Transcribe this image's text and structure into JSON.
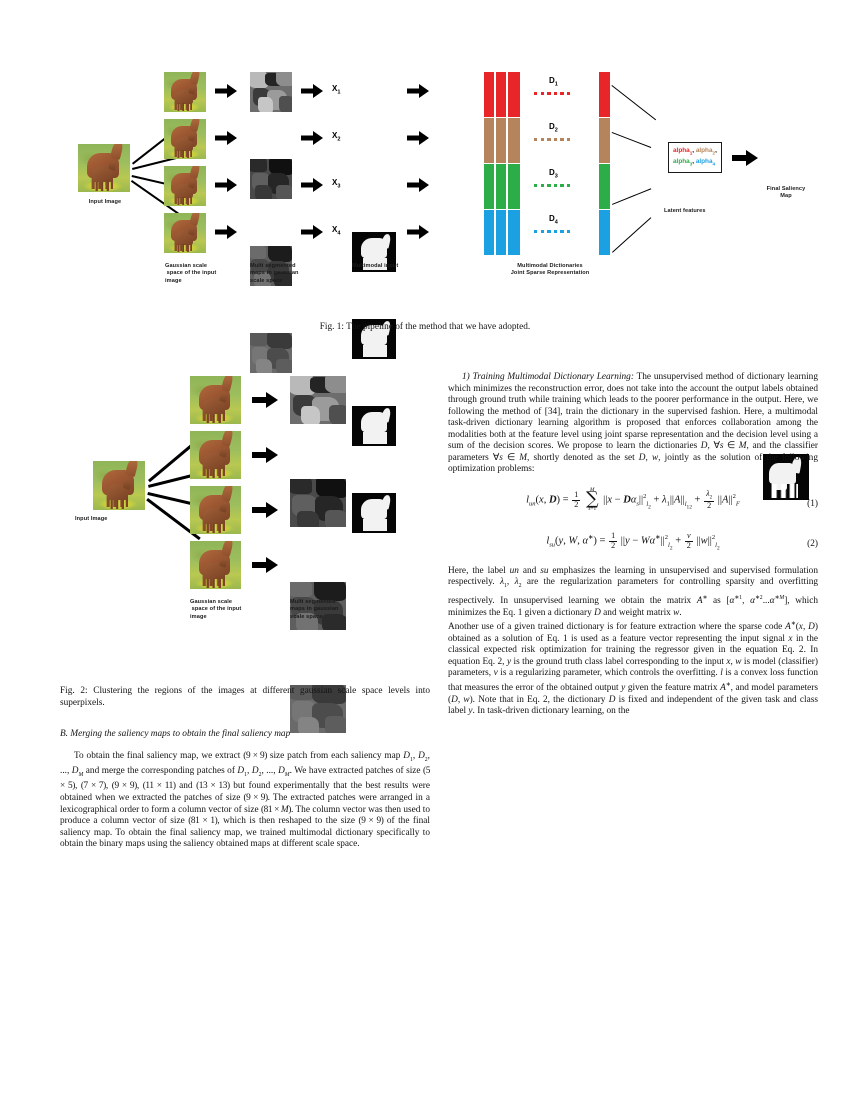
{
  "figure1": {
    "name": "pipeline-figure",
    "input_label": "Input Image",
    "labels": {
      "gaussian": "Gaussian scale\nspace of the input\nimage",
      "gaussian_l1": "Gaussian scale",
      "gaussian_l2": "space of the input",
      "gaussian_l3": "image",
      "segmented_l1": "Multi segmented",
      "segmented_l2": "maps in gaussian",
      "segmented_l3": "scale space",
      "multimodal": "Multimodal input",
      "dict_l1": "Multimodal Dictionaries",
      "dict_l2": "Joint Sparse Representation",
      "latent": "Latent features",
      "final_l1": "Final Saliency",
      "final_l2": "Map"
    },
    "x_labels": [
      "X",
      "X",
      "X",
      "X"
    ],
    "x_subs": [
      "1",
      "2",
      "3",
      "4"
    ],
    "dict_labels": [
      "D",
      "D",
      "D",
      "D"
    ],
    "dict_subs": [
      "1",
      "2",
      "3",
      "4"
    ],
    "alpha_box": {
      "a1": "alpha",
      "a1sub": "1",
      "a2": "alpha",
      "a2sub": "2",
      "a3": "alpha",
      "a3sub": "3",
      "a4": "alpha",
      "a4sub": "4",
      "sep1": ", ",
      "sep2": ",",
      "sep3": ", "
    },
    "colors": {
      "d1": "#e8262a",
      "d2": "#b5845c",
      "d3": "#2dad48",
      "d4": "#1ba0e2"
    },
    "caption": "Fig. 1: The pipeline of the method that we have adopted."
  },
  "figure2": {
    "name": "clustering-figure",
    "input_label": "Input Image",
    "labels": {
      "gaussian_l1": "Gaussian scale",
      "gaussian_l2": "space of the input",
      "gaussian_l3": "image",
      "segmented_l1": "Multi segmented",
      "segmented_l2": "maps in gaussian",
      "segmented_l3": "scale space"
    },
    "caption": "Fig. 2: Clustering the regions of the images at different gaussian scale space levels into superpixels."
  },
  "left_column": {
    "section_b_heading": "B.  Merging the saliency maps to obtain the final saliency map",
    "paragraph": "To obtain the final saliency map, we extract (9 × 9) size patch from each saliency map D1, D2, ..., DM and merge the corresponding patches of D1, D2, ..., DM. We have extracted patches of size (5 × 5), (7 × 7), (9 × 9), (11 × 11) and (13 × 13) but found experimentally that the best results were obtained when we extracted the patches of size (9 × 9). The extracted patches were arranged in a lexicographical order to form a column vector of size (81 × M). The column vector was then used to produce a column vector of size (81 × 1), which is then reshaped to the size (9 × 9) of the final saliency map. To obtain the final saliency map, we trained multimodal dictionary specifically to obtain the binary maps using the saliency obtained maps at different scale space."
  },
  "right_column": {
    "para1_lead": "1) Training Multimodal Dictionary Learning:",
    "para1": "The unsupervised method of dictionary learning which minimizes the reconstruction error, does not take into the account the output labels obtained through ground truth while training which leads to the poorer performance in the output. Here, we following the method of [34], train the dictionary in the supervised fashion. Here, a multimodal task-driven dictionary learning algorithm is proposed that enforces collaboration among the modalities both at the feature level using joint sparse representation and the decision level using a sum of the decision scores. We propose to learn the dictionaries D, ∀s ∈ M, and the classifier parameters ∀s ∈ M, shortly denoted as the set D, w, jointly as the solution of the following optimization problems:",
    "equation1": {
      "lhs": "l",
      "lhs_sub": "un",
      "lhs_args": "(x, D) =",
      "number": "(1)"
    },
    "equation2": {
      "number": "(2)"
    },
    "para2": "Here, the label un and su emphasizes the learning in unsupervised and supervised formulation respectively. λ1, λ2 are the regularization parameters for controlling sparsity and overfitting respectively. In unsupervised learning we obtain the matrix A* as [α*1, α*2...α*M], which minimizes the Eq. 1 given a dictionary D and weight matrix w.",
    "para3": "Another use of a given trained dictionary is for feature extraction where the sparse code A*(x, D) obtained as a solution of Eq. 1 is used as a feature vector representing the input signal x in the classical expected risk optimization for training the regressor given in the equation Eq. 2. In equation Eq. 2, y is the ground truth class label corresponding to the input x, w is model (classifier) parameters, ν is a regularizing parameter, which controls the overfitting. l is a convex loss function that measures the error of the obtained output y given the feature matrix A*, and model parameters (D, w). Note that in Eq. 2, the dictionary D is fixed and independent of the given task and class label y. In task-driven dictionary learning, on the"
  }
}
